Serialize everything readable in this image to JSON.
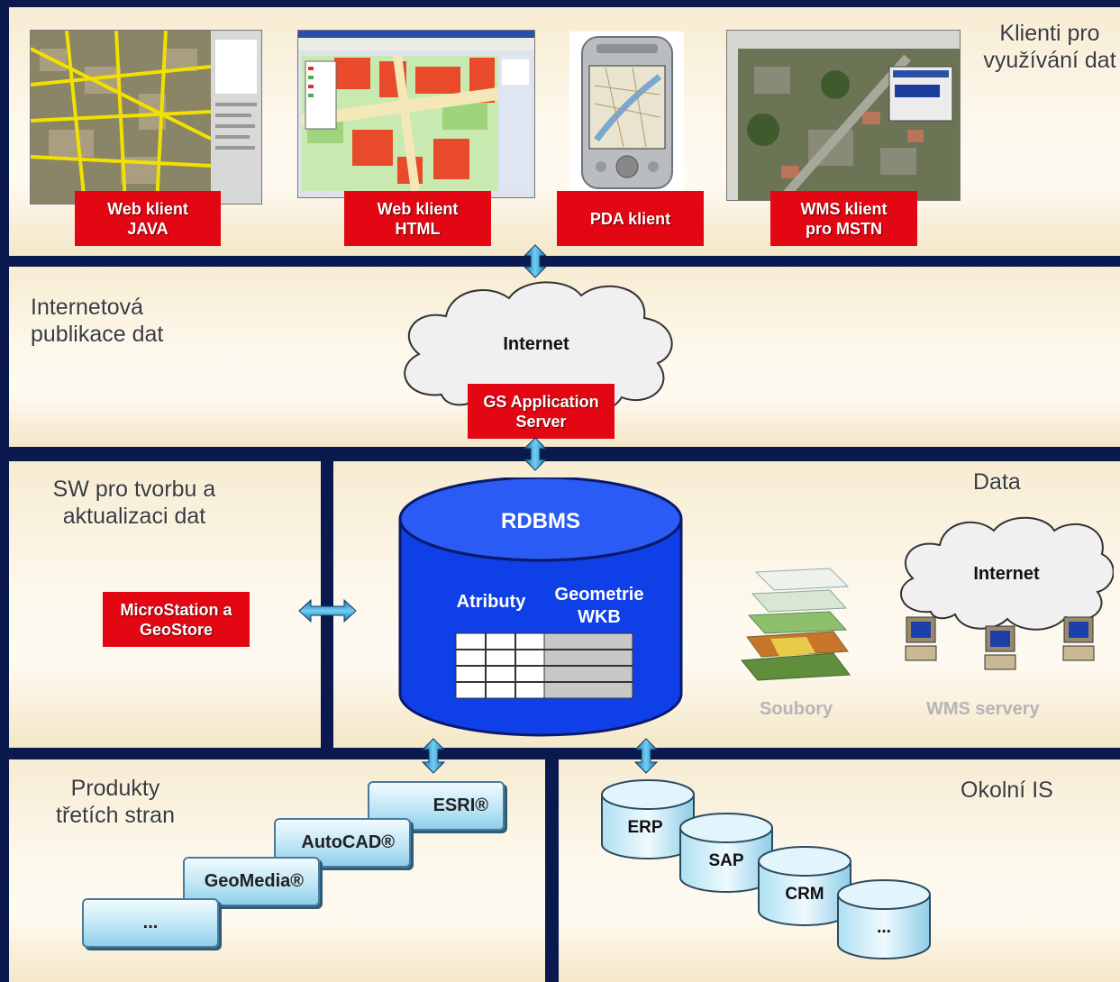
{
  "clients": {
    "title": "Klienti pro\nvyužívání dat",
    "items": [
      {
        "label": "Web klient\nJAVA"
      },
      {
        "label": "Web klient\nHTML"
      },
      {
        "label": "PDA klient"
      },
      {
        "label": "WMS klient\npro MSTN"
      }
    ]
  },
  "internet_section": {
    "title": "Internetová\npublikace dat",
    "cloud_label": "Internet",
    "server_label": "GS Application\nServer"
  },
  "sw_section": {
    "title": "SW pro tvorbu a\naktualizaci dat",
    "tool_label": "MicroStation a\nGeoStore"
  },
  "data_section": {
    "title": "Data",
    "db_label": "RDBMS",
    "attr_label": "Atributy",
    "geom_label": "Geometrie\nWKB",
    "files_label": "Soubory",
    "internet_label": "Internet",
    "wms_label": "WMS servery"
  },
  "products_section": {
    "title": "Produkty\ntřetích stran",
    "items": [
      "ESRI®",
      "AutoCAD®",
      "GeoMedia®",
      "..."
    ]
  },
  "is_section": {
    "title": "Okolní IS",
    "items": [
      "ERP",
      "SAP",
      "CRM",
      "..."
    ]
  },
  "colors": {
    "background": "#0b1a4e",
    "label_red": "#e30613",
    "db_blue": "#1040e0",
    "arrow_cyan": "#3aa8d8"
  }
}
